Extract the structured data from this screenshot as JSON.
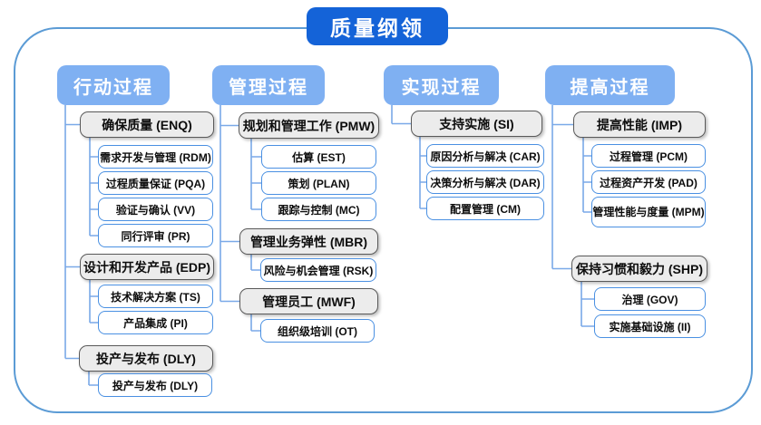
{
  "title": "质量纲领",
  "colors": {
    "title_bg": "#1463d8",
    "header_bg": "#7fb0f2",
    "frame_border": "#5b9bd5",
    "connector": "#7aa9e8",
    "group_fill": "#ececec",
    "group_border": "#595959",
    "leaf_border": "#4a90e2"
  },
  "columns": [
    {
      "header": "行动过程",
      "groups": [
        {
          "label": "确保质量 (ENQ)",
          "children": [
            "需求开发与管理 (RDM)",
            "过程质量保证 (PQA)",
            "验证与确认 (VV)",
            "同行评审 (PR)"
          ]
        },
        {
          "label": "设计和开发产品 (EDP)",
          "children": [
            "技术解决方案 (TS)",
            "产品集成 (PI)"
          ]
        },
        {
          "label": "投产与发布 (DLY)",
          "children": [
            "投产与发布 (DLY)"
          ]
        }
      ]
    },
    {
      "header": "管理过程",
      "groups": [
        {
          "label": "规划和管理工作 (PMW)",
          "children": [
            "估算 (EST)",
            "策划 (PLAN)",
            "跟踪与控制 (MC)"
          ]
        },
        {
          "label": "管理业务弹性 (MBR)",
          "children": [
            "风险与机会管理 (RSK)"
          ]
        },
        {
          "label": "管理员工 (MWF)",
          "children": [
            "组织级培训 (OT)"
          ]
        }
      ]
    },
    {
      "header": "实现过程",
      "groups": [
        {
          "label": "支持实施 (SI)",
          "children": [
            "原因分析与解决 (CAR)",
            "决策分析与解决 (DAR)",
            "配置管理 (CM)"
          ]
        }
      ]
    },
    {
      "header": "提高过程",
      "groups": [
        {
          "label": "提高性能 (IMP)",
          "children": [
            "过程管理 (PCM)",
            "过程资产开发 (PAD)",
            "管理性能与度量 (MPM)"
          ]
        },
        {
          "label": "保持习惯和毅力 (SHP)",
          "children": [
            "治理 (GOV)",
            "实施基础设施 (II)"
          ]
        }
      ]
    }
  ]
}
